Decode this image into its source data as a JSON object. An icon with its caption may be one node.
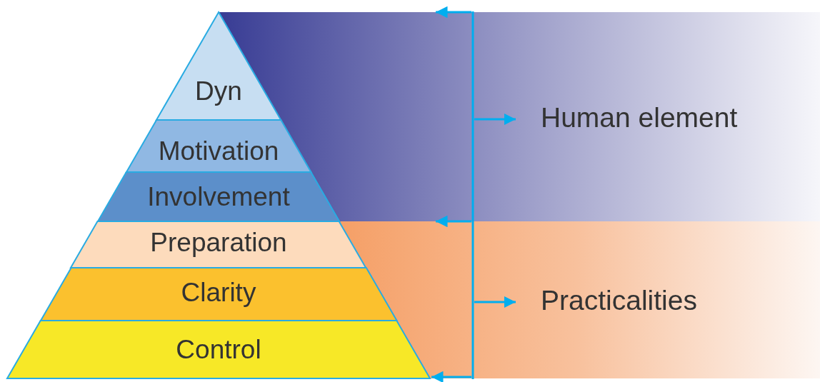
{
  "diagram": {
    "nodes": [
      {
        "text": [
          "Dyn"
        ]
      },
      {
        "text": [
          "Motivation"
        ]
      },
      {
        "text": [
          "Involvement"
        ]
      },
      {
        "text": [
          "Preparation"
        ]
      },
      {
        "text": [
          "Clarity"
        ]
      },
      {
        "text": [
          "Control"
        ]
      },
      {
        "text": [],
        "shape": "bracket"
      },
      {
        "text": [
          "Human element"
        ]
      },
      {
        "text": [
          "Practicalities"
        ]
      }
    ],
    "edges": [
      {
        "from": 6,
        "to": 7,
        "arrow": "to"
      },
      {
        "from": 6,
        "to": 8,
        "arrow": "to"
      },
      {
        "from": 6,
        "to": null,
        "arrow": "to"
      },
      {
        "from": 6,
        "to": null,
        "arrow": "to"
      },
      {
        "from": 6,
        "to": 5,
        "arrow": "to"
      }
    ]
  }
}
